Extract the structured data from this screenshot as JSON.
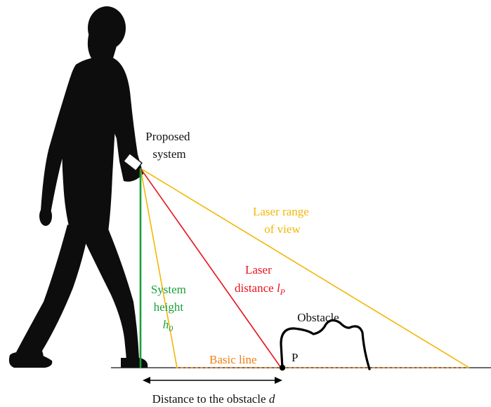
{
  "labels": {
    "proposed_system_line1": "Proposed",
    "proposed_system_line2": "system",
    "laser_range_line1": "Laser range",
    "laser_range_line2": "of view",
    "laser_distance_line1": "Laser",
    "laser_distance_line2_text": "distance ",
    "laser_distance_symbol": "l",
    "laser_distance_subscript": "P",
    "system_height_line1": "System",
    "system_height_line2": "height",
    "system_height_symbol": "h",
    "system_height_subscript": "0",
    "obstacle": "Obstacle",
    "point_p": "P",
    "basic_line": "Basic line",
    "distance_caption_text": "Distance to the obstacle ",
    "distance_caption_symbol": "d"
  },
  "colors": {
    "laser_range": "#f2b705",
    "laser_distance": "#e8131b",
    "system_height": "#1aa03c",
    "basic_line": "#f07e14",
    "silhouette": "#0d0d0d",
    "text": "#111111"
  }
}
